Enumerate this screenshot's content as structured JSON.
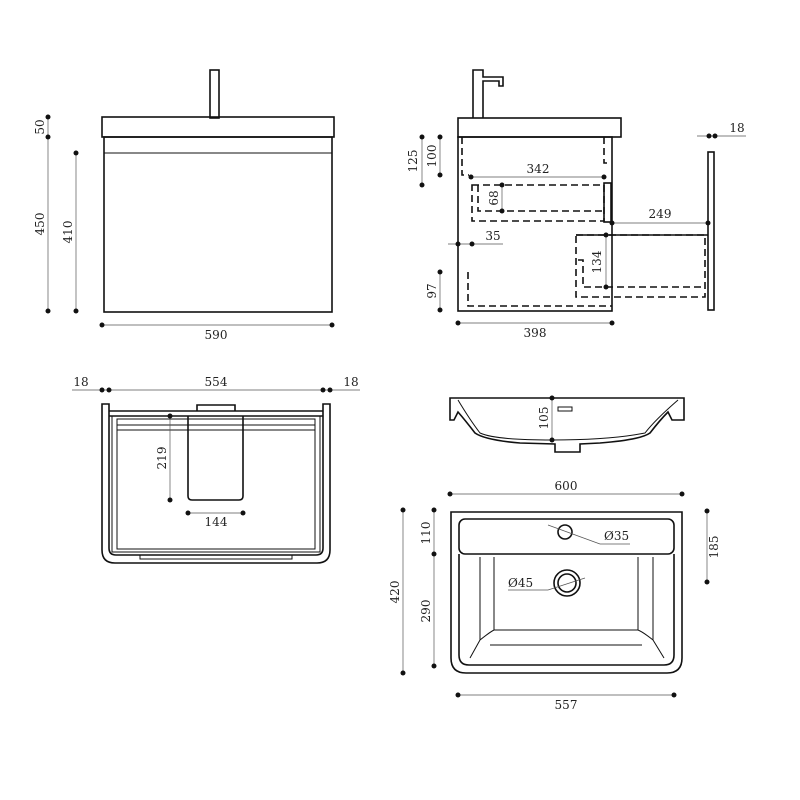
{
  "front_view": {
    "d_top": "50",
    "d_total_height": "450",
    "d_body_height": "410",
    "d_width": "590"
  },
  "side_view": {
    "d_125": "125",
    "d_100": "100",
    "d_342": "342",
    "d_68": "68",
    "d_249": "249",
    "d_35": "35",
    "d_134": "134",
    "d_97": "97",
    "d_398": "398",
    "d_18": "18"
  },
  "top_view": {
    "d_left": "18",
    "d_width": "554",
    "d_right": "18",
    "d_219": "219",
    "d_144": "144"
  },
  "basin_section": {
    "d_depth": "105"
  },
  "basin_top": {
    "d_width": "600",
    "d_depth": "420",
    "d_110": "110",
    "d_290": "290",
    "d_185": "185",
    "d_557": "557",
    "overflow_hole": "Ø35",
    "drain_hole": "Ø45"
  }
}
